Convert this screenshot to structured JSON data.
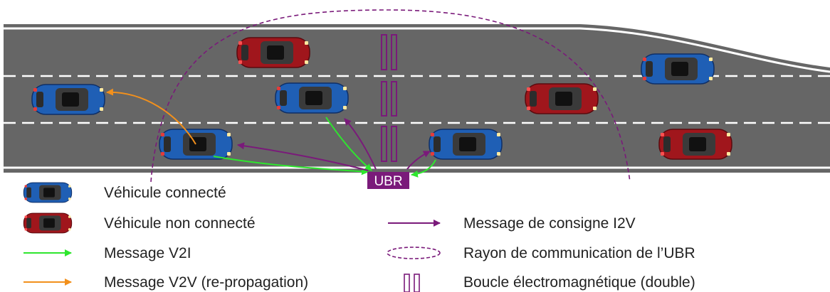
{
  "station_label": "UBR",
  "legend": {
    "connected_vehicle": "Véhicule connecté",
    "unconnected_vehicle": "Véhicule non connecté",
    "v2i_message": "Message V2I",
    "v2v_message": "Message V2V (re-propagation)",
    "i2v_message": "Message de consigne I2V",
    "comm_radius": "Rayon de communication de l’UBR",
    "loop": "Boucle électromagnétique (double)"
  },
  "colors": {
    "road": "#666666",
    "connected_car": "#1f5fb5",
    "unconnected_car": "#a0161c",
    "v2i": "#2ee62e",
    "v2v": "#f2901c",
    "i2v": "#7a1a7a",
    "station": "#7a1a7a"
  },
  "icons": [
    "car-connected-icon",
    "car-unconnected-icon",
    "v2i-arrow-icon",
    "v2v-arrow-icon",
    "i2v-arrow-icon",
    "comm-radius-icon",
    "loop-icon"
  ]
}
